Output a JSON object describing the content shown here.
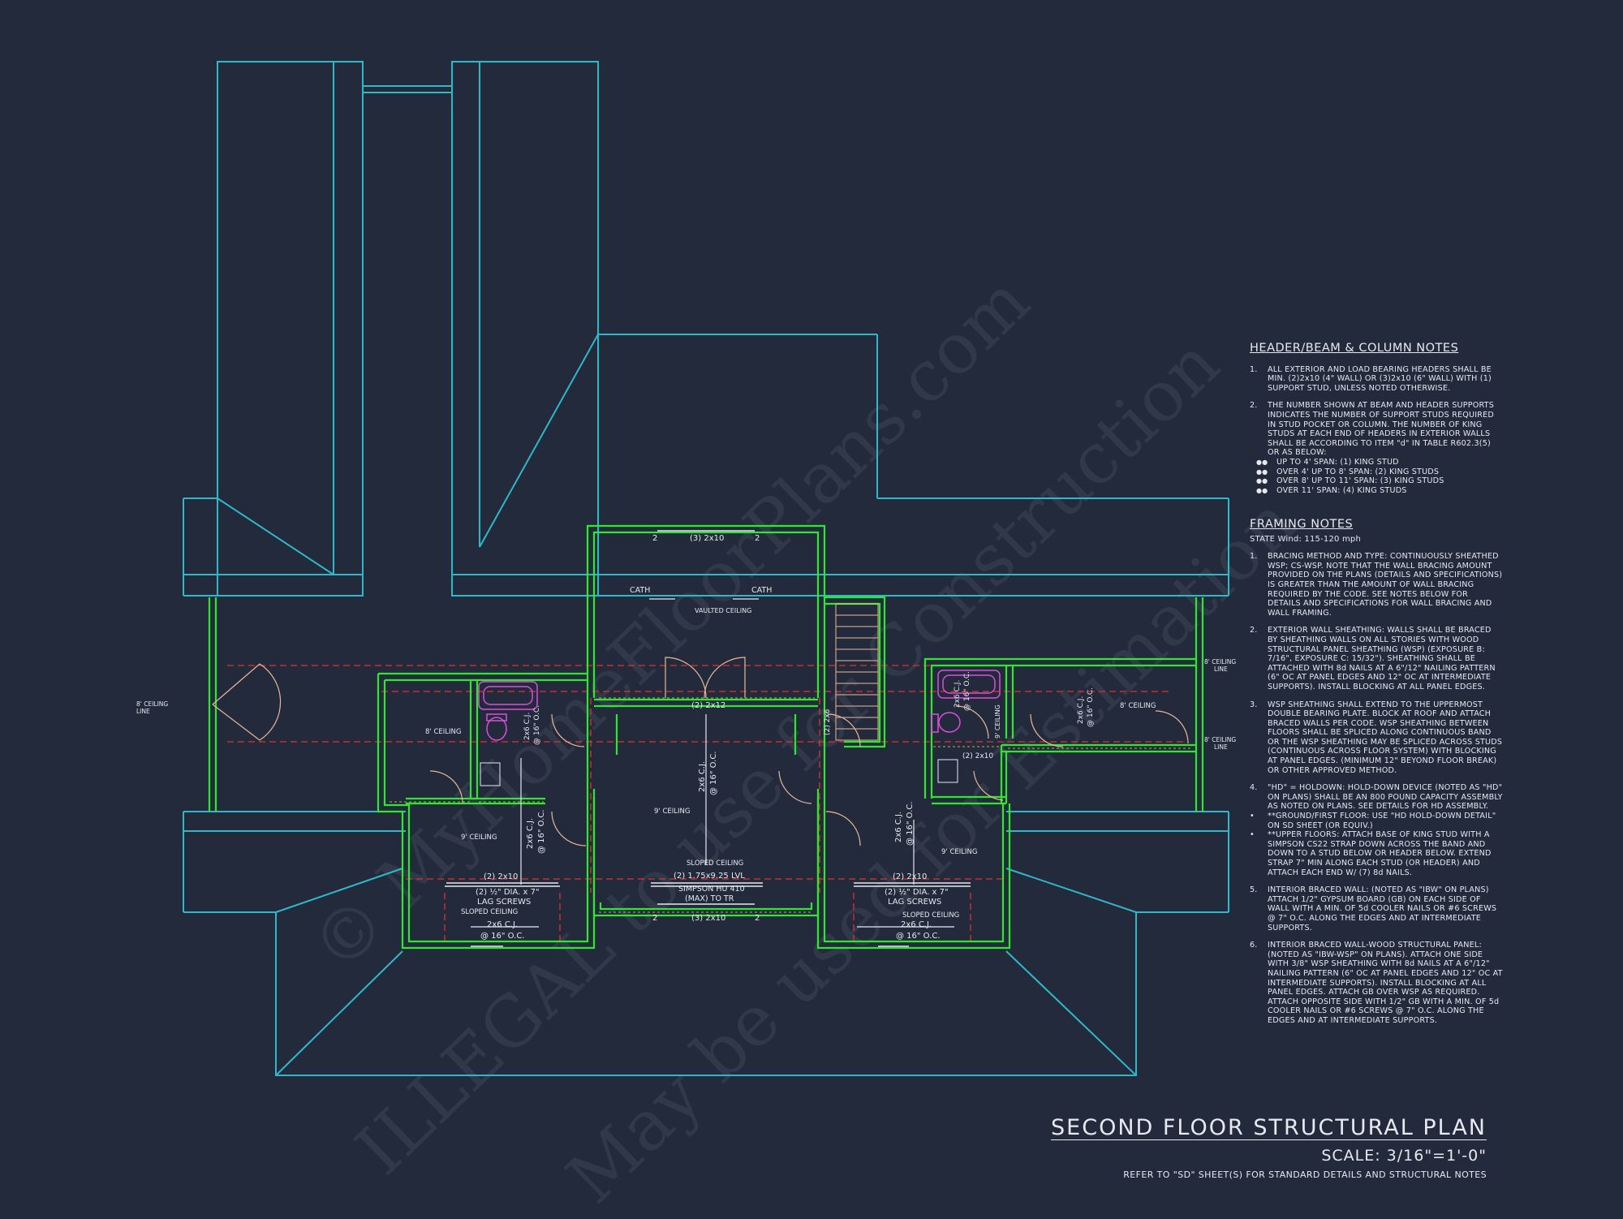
{
  "watermark": {
    "line1": "© MyHomeFloorPlans.com",
    "line2": "ILLEGAL to use for Construction",
    "line3": "May be used for Estimation"
  },
  "plan_labels": {
    "header_top": "(3) 2x10",
    "header_bottom": "(3) 2x10",
    "cath_left": "CATH",
    "cath_right": "CATH",
    "vaulted_ceiling": "VAULTED CEILING",
    "header_2x12": "(2) 2x12",
    "cj_center_a": "2x6 C.J.",
    "cj_center_b": "@ 16\" O.C.",
    "ceiling_9_center": "9' CEILING",
    "sloped_ceiling_center": "SLOPED CEILING",
    "lvl": "(2) 1.75x9.25 LVL",
    "simpson": "SIMPSON HU 410",
    "max_tr": "(MAX) TO TR",
    "ceiling_8_left_room": "8' CEILING",
    "ceiling_8_right_room": "8' CEILING",
    "ceiling_9_left": "9' CEILING",
    "ceiling_9_right": "9' CEILING",
    "cj_left_a": "2x6 C.J.",
    "cj_left_b": "@ 16\" O.C.",
    "cj_right_a": "2x6 C.J.",
    "cj_right_b": "@ 16\" O.C.",
    "header_2x10_left": "(2) 2x10",
    "header_2x10_right": "(2) 2x10",
    "lag_left_a": "(2) ½\" DIA. x 7\"",
    "lag_left_b": "LAG SCREWS",
    "lag_right_a": "(2) ½\" DIA. x 7\"",
    "lag_right_b": "LAG SCREWS",
    "sloped_left": "SLOPED CEILING",
    "sloped_right": "SLOPED CEILING",
    "cj_bottom_left_a": "2x6 C.J.",
    "cj_bottom_left_b": "@ 16\" O.C.",
    "cj_bottom_right_a": "2x6 C.J.",
    "cj_bottom_right_b": "@ 16\" O.C.",
    "ceiling_line_left_a": "8' CEILING",
    "ceiling_line_left_b": "LINE",
    "ceiling_line_right1_a": "8' CEILING",
    "ceiling_line_right1_b": "LINE",
    "ceiling_line_right2_a": "8' CEILING",
    "ceiling_line_right2_b": "LINE",
    "header_2x10_bath": "(2) 2x10",
    "cj_bath_left_a": "2x6 C.J.",
    "cj_bath_left_b": "@ 16\" O.C.",
    "cj_bath_right_a": "2x6 C.J.",
    "cj_bath_right_b": "@ 16\" O.C.",
    "cj_right_room_a": "2x6 C.J.",
    "cj_right_room_b": "@ 16\" O.C.",
    "ceiling_9_vert": "9' CEILING",
    "stair_2x6": "(2) 2x6",
    "post_a": "2",
    "post_b": "2"
  },
  "header_notes": {
    "title": "HEADER/BEAM & COLUMN NOTES",
    "items": [
      {
        "num": "1.",
        "text": "ALL EXTERIOR AND LOAD BEARING HEADERS SHALL BE MIN. (2)2x10 (4\" WALL) OR (3)2x10 (6\" WALL) WITH (1) SUPPORT STUD, UNLESS NOTED OTHERWISE."
      },
      {
        "num": "2.",
        "text": "THE NUMBER SHOWN AT BEAM AND HEADER SUPPORTS INDICATES THE NUMBER OF SUPPORT STUDS REQUIRED IN STUD POCKET OR COLUMN. THE NUMBER OF KING STUDS AT EACH END OF HEADERS IN EXTERIOR WALLS SHALL BE ACCORDING TO ITEM \"d\" IN TABLE R602.3(5) OR AS BELOW:"
      }
    ],
    "bullets": [
      "UP TO 4' SPAN: (1) KING STUD",
      "OVER 4' UP TO 8' SPAN: (2) KING STUDS",
      "OVER 8' UP TO 11' SPAN: (3) KING STUDS",
      "OVER 11' SPAN: (4) KING STUDS"
    ]
  },
  "framing_notes": {
    "title": "FRAMING NOTES",
    "subtitle": "STATE Wind: 115-120 mph",
    "items": [
      {
        "num": "1.",
        "text": "BRACING METHOD AND TYPE: CONTINUOUSLY SHEATHED WSP; CS-WSP. NOTE THAT THE WALL BRACING AMOUNT PROVIDED ON THE PLANS (DETAILS AND SPECIFICATIONS) IS GREATER THAN THE AMOUNT OF WALL BRACING REQUIRED BY THE CODE. SEE NOTES BELOW FOR DETAILS AND SPECIFICATIONS FOR WALL BRACING AND WALL FRAMING."
      },
      {
        "num": "2.",
        "text": "EXTERIOR WALL SHEATHING: WALLS SHALL BE BRACED BY SHEATHING WALLS ON ALL STORIES WITH WOOD STRUCTURAL PANEL SHEATHING (WSP) (EXPOSURE B: 7/16\", EXPOSURE C: 15/32\"). SHEATHING SHALL BE ATTACHED WITH 8d NAILS AT A 6\"/12\" NAILING PATTERN (6\" OC AT PANEL EDGES AND 12\" OC AT INTERMEDIATE SUPPORTS). INSTALL BLOCKING AT ALL PANEL EDGES."
      },
      {
        "num": "3.",
        "text": "WSP SHEATHING SHALL EXTEND TO THE UPPERMOST DOUBLE BEARING PLATE. BLOCK AT ROOF AND ATTACH BRACED WALLS PER CODE. WSP SHEATHING BETWEEN FLOORS SHALL BE SPLICED ALONG CONTINUOUS BAND OR THE WSP SHEATHING MAY BE SPLICED ACROSS STUDS (CONTINUOUS ACROSS FLOOR SYSTEM) WITH BLOCKING AT PANEL EDGES. (MINIMUM 12\" BEYOND FLOOR BREAK) OR OTHER APPROVED METHOD."
      },
      {
        "num": "4.",
        "text": "\"HD\" = HOLDOWN: HOLD-DOWN DEVICE (NOTED AS \"HD\" ON PLANS) SHALL BE AN 800 POUND CAPACITY ASSEMBLY AS NOTED ON PLANS. SEE DETAILS FOR HD ASSEMBLY."
      }
    ],
    "item4_bullets": [
      "**GROUND/FIRST FLOOR: USE \"HD HOLD-DOWN DETAIL\" ON SD SHEET (OR EQUIV.)",
      "**UPPER FLOORS: ATTACH BASE OF KING STUD WITH A SIMPSON CS22 STRAP DOWN ACROSS THE BAND AND DOWN TO A STUD BELOW OR HEADER BELOW. EXTEND STRAP 7\" MIN ALONG EACH STUD (OR HEADER) AND ATTACH EACH END W/ (7) 8d NAILS."
    ],
    "items_b": [
      {
        "num": "5.",
        "text": "INTERIOR BRACED WALL: (NOTED AS \"IBW\" ON PLANS) ATTACH 1/2\" GYPSUM BOARD (GB) ON EACH SIDE OF WALL WITH A MIN. OF 5d COOLER NAILS OR #6 SCREWS @ 7\" O.C. ALONG THE EDGES AND AT INTERMEDIATE SUPPORTS."
      },
      {
        "num": "6.",
        "text": "INTERIOR BRACED WALL-WOOD STRUCTURAL PANEL: (NOTED AS \"IBW-WSP\" ON PLANS). ATTACH ONE SIDE WITH 3/8\" WSP SHEATHING WITH 8d NAILS AT A 6\"/12\" NAILING PATTERN (6\" OC AT PANEL EDGES AND 12\" OC AT INTERMEDIATE SUPPORTS). INSTALL BLOCKING AT ALL PANEL EDGES. ATTACH GB OVER WSP AS REQUIRED. ATTACH OPPOSITE SIDE WITH 1/2\" GB WITH A MIN. OF 5d COOLER NAILS OR #6 SCREWS @ 7\" O.C. ALONG THE EDGES AND AT INTERMEDIATE SUPPORTS."
      }
    ]
  },
  "title_block": {
    "title": "SECOND FLOOR STRUCTURAL PLAN",
    "scale": "SCALE: 3/16\"=1'-0\"",
    "reference": "REFER TO \"SD\" SHEET(S) FOR STANDARD DETAILS AND STRUCTURAL NOTES"
  },
  "colors": {
    "background": "#232a3c",
    "roof_lines": "#2fb8c8",
    "walls": "#2ee82e",
    "fixtures": "#d94fd9",
    "doors": "#e8b89a",
    "beams": "#e03030",
    "text": "#e7e9ef"
  }
}
